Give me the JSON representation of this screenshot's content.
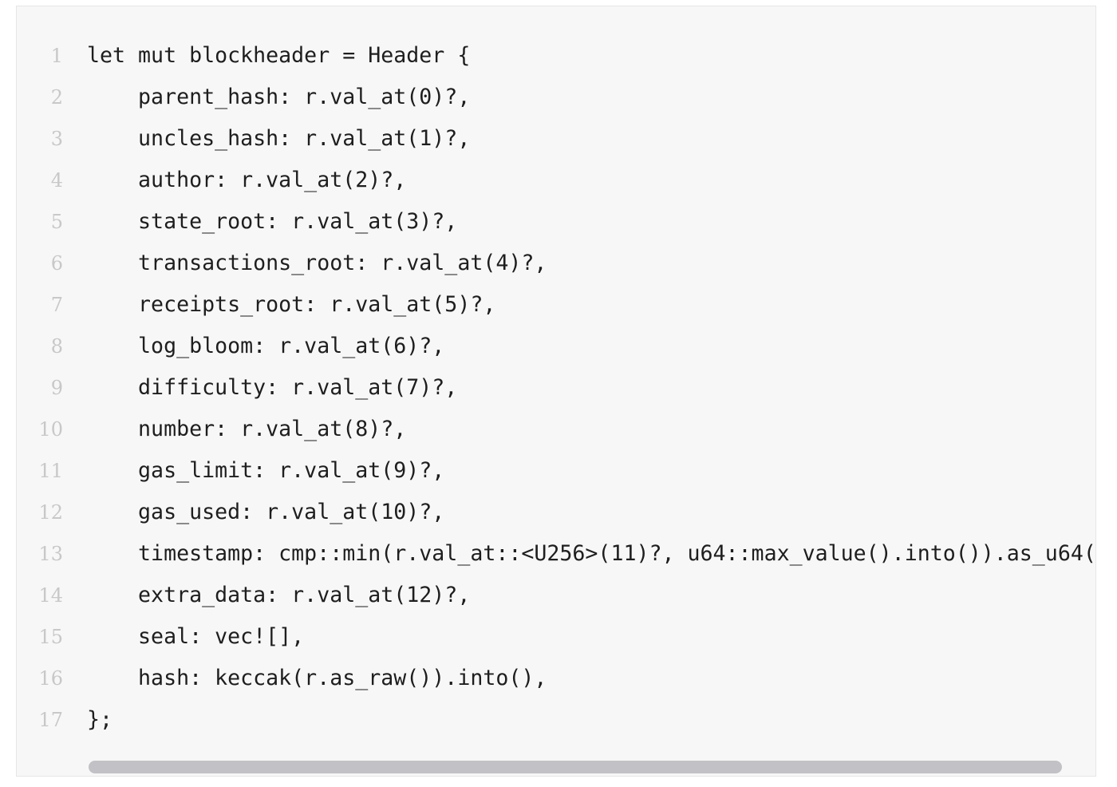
{
  "code_block": {
    "language": "rust",
    "line_numbers": [
      "1",
      "2",
      "3",
      "4",
      "5",
      "6",
      "7",
      "8",
      "9",
      "10",
      "11",
      "12",
      "13",
      "14",
      "15",
      "16",
      "17"
    ],
    "lines": [
      "let mut blockheader = Header {",
      "    parent_hash: r.val_at(0)?,",
      "    uncles_hash: r.val_at(1)?,",
      "    author: r.val_at(2)?,",
      "    state_root: r.val_at(3)?,",
      "    transactions_root: r.val_at(4)?,",
      "    receipts_root: r.val_at(5)?,",
      "    log_bloom: r.val_at(6)?,",
      "    difficulty: r.val_at(7)?,",
      "    number: r.val_at(8)?,",
      "    gas_limit: r.val_at(9)?,",
      "    gas_used: r.val_at(10)?,",
      "    timestamp: cmp::min(r.val_at::<U256>(11)?, u64::max_value().into()).as_u64(",
      "    extra_data: r.val_at(12)?,",
      "    seal: vec![],",
      "    hash: keccak(r.as_raw()).into(),",
      "};"
    ],
    "colors": {
      "background": "#f7f7f7",
      "border": "#e6e6e6",
      "text": "#1e1e1e",
      "line_number": "#c8c8c8",
      "scrollbar_thumb": "#c1c1c6"
    }
  }
}
